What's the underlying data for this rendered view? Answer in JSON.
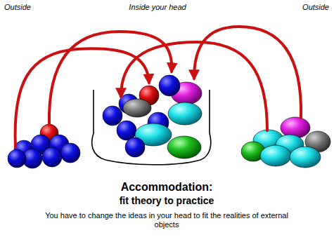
{
  "diagram": {
    "title": "Accommodation:",
    "caption": "You have to change the ideas in your head to fit the realities of external objects",
    "labels": [
      "Outside",
      "Inside your head",
      "Outside",
      "fit theory to practice"
    ]
  }
}
